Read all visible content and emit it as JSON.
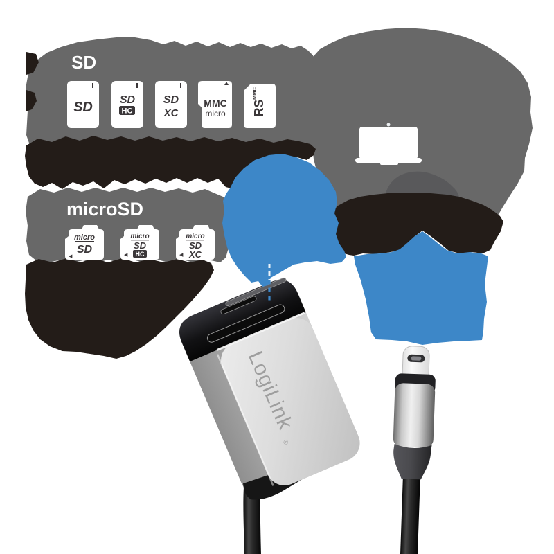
{
  "title": "LogiLink USB-C multi card reader product graphic",
  "colors": {
    "background": "#ffffff",
    "blob_gray": "#686868",
    "blob_gray_dark": "#59595b",
    "blob_black": "#231c18",
    "arrow_blue": "#3d87c8",
    "card_white": "#ffffff",
    "card_text": "#3b3739",
    "label_text": "#ffffff",
    "device_silver": "#d6d6d6",
    "device_cap": "#141414"
  },
  "sd_section": {
    "label": "SD",
    "cards": [
      {
        "id": "sd",
        "logo": "SD"
      },
      {
        "id": "sdhc",
        "logo": "SD",
        "sub": "HC"
      },
      {
        "id": "sdxc",
        "logo": "SD",
        "sub": "XC"
      },
      {
        "id": "mmc-micro",
        "line1": "MMC",
        "line2": "micro"
      },
      {
        "id": "rs-mmc",
        "logo": "RS",
        "sub": "MMC"
      }
    ]
  },
  "microsd_section": {
    "label": "microSD",
    "cards": [
      {
        "id": "microsd",
        "line1": "micro",
        "logo": "SD",
        "arrow": "◀"
      },
      {
        "id": "microsdhc",
        "line1": "micro",
        "logo": "SD",
        "sub": "HC",
        "arrow": "◀"
      },
      {
        "id": "microsdxc",
        "line1": "micro",
        "logo": "SD",
        "sub": "XC",
        "arrow": "◀"
      }
    ]
  },
  "device": {
    "brand": "LogiLink",
    "mark": "®"
  },
  "icons": {
    "laptop": "laptop-icon",
    "usb_c_plug": "usb-c-plug-icon",
    "arrow_left": "blue-arrow-to-card-slot",
    "arrow_right": "blue-arrow-to-usb-plug"
  }
}
